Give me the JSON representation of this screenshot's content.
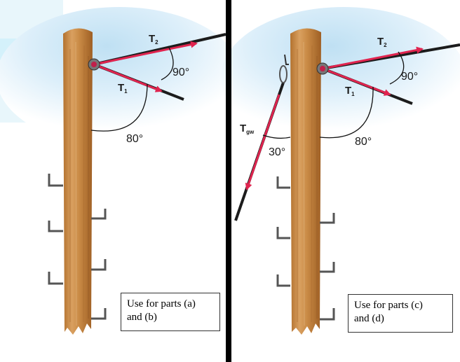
{
  "left_panel": {
    "label_t2": "T",
    "label_t2_sub": "2",
    "label_t1": "T",
    "label_t1_sub": "1",
    "angle_upper": "90°",
    "angle_lower": "80°",
    "note_line1": "Use for parts (a)",
    "note_line2": "and (b)"
  },
  "right_panel": {
    "label_t2": "T",
    "label_t2_sub": "2",
    "label_t1": "T",
    "label_t1_sub": "1",
    "label_tgw": "T",
    "label_tgw_sub": "gw",
    "angle_upper": "90°",
    "angle_lower": "80°",
    "angle_guy": "30°",
    "note_line1": "Use for parts (c)",
    "note_line2": "and (d)"
  },
  "colors": {
    "sky": "#d6ebf7",
    "pole": "#c98a45",
    "pole_dark": "#a9692d",
    "arrow": "#e0244f",
    "wire": "#1c1c1c",
    "divider": "#000000"
  }
}
